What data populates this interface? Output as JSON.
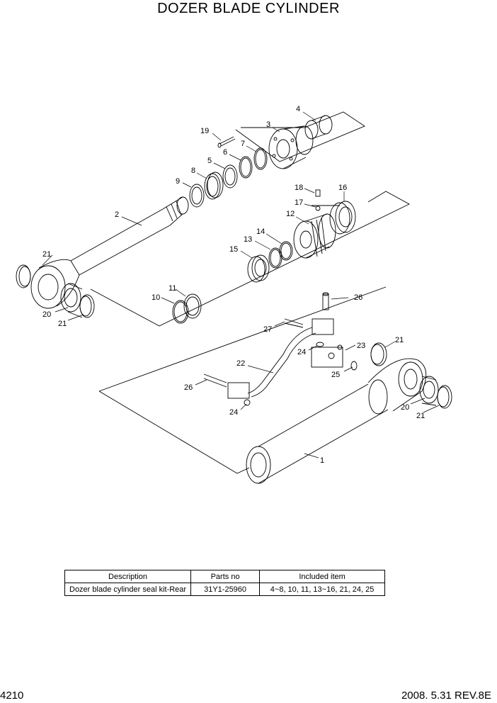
{
  "title": "DOZER BLADE CYLINDER",
  "callouts": {
    "c1": "1",
    "c2": "2",
    "c3": "3",
    "c4": "4",
    "c5": "5",
    "c6": "6",
    "c7": "7",
    "c8": "8",
    "c9": "9",
    "c10": "10",
    "c11": "11",
    "c12": "12",
    "c13": "13",
    "c14": "14",
    "c15": "15",
    "c16": "16",
    "c17": "17",
    "c18": "18",
    "c19": "19",
    "c20a": "20",
    "c20b": "20",
    "c21a": "21",
    "c21b": "21",
    "c21c": "21",
    "c21d": "21",
    "c22": "22",
    "c23": "23",
    "c24a": "24",
    "c24b": "24",
    "c25": "25",
    "c26a": "26",
    "c26b": "26",
    "c27": "27"
  },
  "table": {
    "headers": [
      "Description",
      "Parts no",
      "Included item"
    ],
    "rows": [
      [
        "Dozer blade cylinder seal kit-Rear",
        "31Y1-25960",
        "4~8, 10, 11, 13~16, 21, 24, 25"
      ]
    ]
  },
  "footer": {
    "page": "4210",
    "revision": "2008. 5.31  REV.8E"
  }
}
